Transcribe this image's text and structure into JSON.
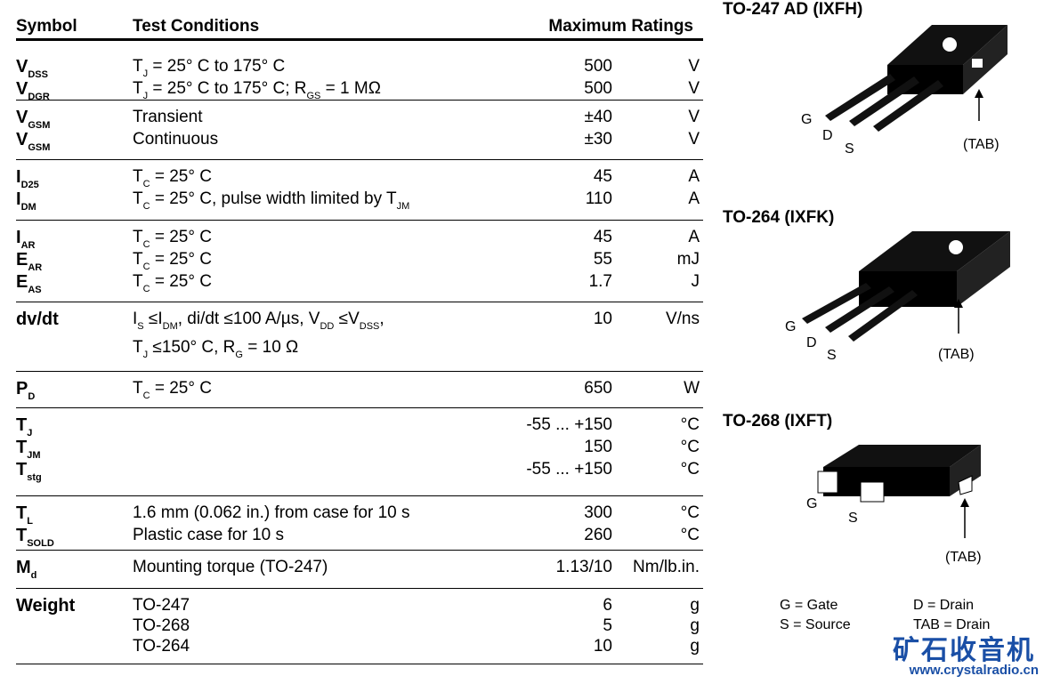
{
  "header": {
    "symbol": "Symbol",
    "conditions": "Test Conditions",
    "ratings": "Maximum Ratings"
  },
  "groups": [
    {
      "rows": [
        {
          "sym": "V",
          "sub": "DSS",
          "cond": [
            [
              "t",
              "T"
            ],
            [
              "s",
              "J"
            ],
            [
              "t",
              " = 25° C to 175° C"
            ]
          ],
          "val": "500",
          "unit": "V"
        },
        {
          "sym": "V",
          "sub": "DGR",
          "cond": [
            [
              "t",
              "T"
            ],
            [
              "s",
              "J"
            ],
            [
              "t",
              " = 25° C to 175° C; R"
            ],
            [
              "s",
              "GS"
            ],
            [
              "t",
              " = 1 MΩ"
            ]
          ],
          "val": "500",
          "unit": "V"
        }
      ]
    },
    {
      "rows": [
        {
          "sym": "V",
          "sub": "GSM",
          "cond": [
            [
              "t",
              "Transient"
            ]
          ],
          "val": "±40",
          "unit": "V"
        },
        {
          "sym": "V",
          "sub": "GSM",
          "cond": [
            [
              "t",
              "Continuous"
            ]
          ],
          "val": "±30",
          "unit": "V"
        }
      ]
    },
    {
      "rows": [
        {
          "sym": "I",
          "sub": "D25",
          "cond": [
            [
              "t",
              "T"
            ],
            [
              "s",
              "C"
            ],
            [
              "t",
              " = 25° C"
            ]
          ],
          "val": "45",
          "unit": "A"
        },
        {
          "sym": "I",
          "sub": "DM",
          "cond": [
            [
              "t",
              "T"
            ],
            [
              "s",
              "C"
            ],
            [
              "t",
              " = 25° C, pulse width limited by T"
            ],
            [
              "s",
              "JM"
            ]
          ],
          "val": "110",
          "unit": "A"
        }
      ]
    },
    {
      "rows": [
        {
          "sym": "I",
          "sub": "AR",
          "cond": [
            [
              "t",
              "T"
            ],
            [
              "s",
              "C"
            ],
            [
              "t",
              " = 25° C"
            ]
          ],
          "val": "45",
          "unit": "A"
        },
        {
          "sym": "E",
          "sub": "AR",
          "cond": [
            [
              "t",
              "T"
            ],
            [
              "s",
              "C"
            ],
            [
              "t",
              " = 25° C"
            ]
          ],
          "val": "55",
          "unit": "mJ"
        },
        {
          "sym": "E",
          "sub": "AS",
          "cond": [
            [
              "t",
              "T"
            ],
            [
              "s",
              "C"
            ],
            [
              "t",
              " = 25° C"
            ]
          ],
          "val": "1.7",
          "unit": "J"
        }
      ]
    },
    {
      "tall": true,
      "rows": [
        {
          "sym": "dv/dt",
          "sub": "",
          "cond": [
            [
              "t",
              "I"
            ],
            [
              "s",
              "S"
            ],
            [
              "t",
              "  ≤I"
            ],
            [
              "s",
              "DM"
            ],
            [
              "t",
              ", di/dt ≤100 A/µs, V"
            ],
            [
              "s",
              "DD"
            ],
            [
              "t",
              " ≤V"
            ],
            [
              "s",
              "DSS"
            ],
            [
              "t",
              ","
            ]
          ],
          "val": "10",
          "unit": "V/ns"
        },
        {
          "sym": "",
          "sub": "",
          "cond": [
            [
              "t",
              "T"
            ],
            [
              "s",
              "J"
            ],
            [
              "t",
              " ≤150° C, R"
            ],
            [
              "s",
              "G"
            ],
            [
              "t",
              " = 10 Ω"
            ]
          ],
          "val": "",
          "unit": ""
        }
      ]
    },
    {
      "rows": [
        {
          "sym": "P",
          "sub": "D",
          "cond": [
            [
              "t",
              "T"
            ],
            [
              "s",
              "C"
            ],
            [
              "t",
              " = 25° C"
            ]
          ],
          "val": "650",
          "unit": "W"
        }
      ]
    },
    {
      "rows": [
        {
          "sym": "T",
          "sub": "J",
          "cond": [],
          "val": "-55 ... +150",
          "unit": "°C"
        },
        {
          "sym": "T",
          "sub": "JM",
          "cond": [],
          "val": "150",
          "unit": "°C"
        },
        {
          "sym": "T",
          "sub": "stg",
          "cond": [],
          "val": "-55 ... +150",
          "unit": "°C"
        }
      ]
    },
    {
      "rows": [
        {
          "sym": "T",
          "sub": "L",
          "cond": [
            [
              "t",
              "1.6 mm (0.062 in.) from case for 10 s"
            ]
          ],
          "val": "300",
          "unit": "°C"
        },
        {
          "sym": "T",
          "sub": "SOLD",
          "cond": [
            [
              "t",
              "Plastic case for 10 s"
            ]
          ],
          "val": "260",
          "unit": "°C"
        }
      ]
    },
    {
      "rows": [
        {
          "sym": "M",
          "sub": "d",
          "cond": [
            [
              "t",
              "Mounting torque (TO-247)"
            ]
          ],
          "val": "1.13/10",
          "unit": "Nm/lb.in."
        }
      ]
    },
    {
      "rows": [
        {
          "sym": "Weight",
          "sub": "",
          "cond": [
            [
              "t",
              "TO-247"
            ]
          ],
          "val": "6",
          "unit": "g"
        },
        {
          "sym": "",
          "sub": "",
          "cond": [
            [
              "t",
              "TO-268"
            ]
          ],
          "val": "5",
          "unit": "g"
        },
        {
          "sym": "",
          "sub": "",
          "cond": [
            [
              "t",
              "TO-264"
            ]
          ],
          "val": "10",
          "unit": "g"
        }
      ]
    }
  ],
  "packages": {
    "to247": {
      "title": "TO-247 AD (IXFH)",
      "g": "G",
      "d": "D",
      "s": "S",
      "tab": "(TAB)"
    },
    "to264": {
      "title": "TO-264 (IXFK)",
      "g": "G",
      "d": "D",
      "s": "S",
      "tab": "(TAB)"
    },
    "to268": {
      "title": "TO-268 (IXFT)",
      "g": "G",
      "s": "S",
      "tab": "(TAB)"
    }
  },
  "legend": {
    "gate": "G = Gate",
    "drain": "D = Drain",
    "source": "S = Source",
    "tab": "TAB = Drain"
  },
  "watermark": {
    "brand": "矿石收音机",
    "url": "www.crystalradio.cn"
  }
}
